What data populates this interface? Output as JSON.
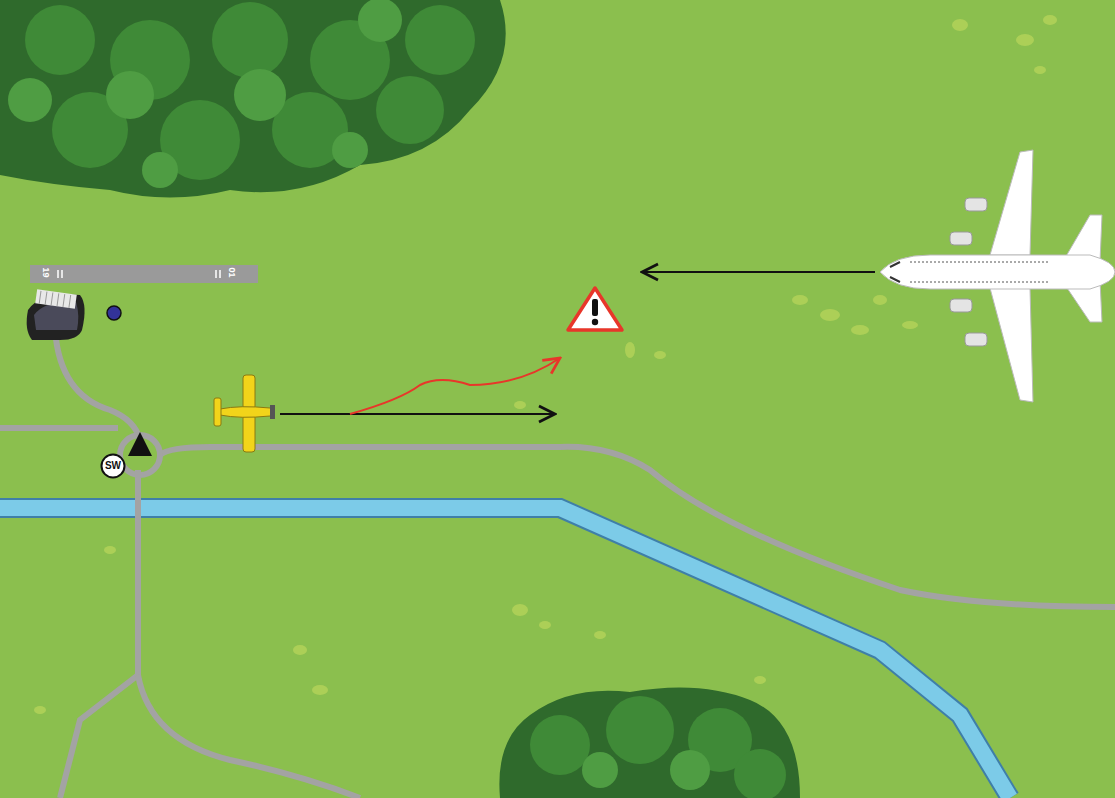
{
  "diagram": {
    "nodes": [
      {
        "text": [
          "SW"
        ]
      }
    ],
    "labels": [
      "19",
      "01"
    ]
  }
}
